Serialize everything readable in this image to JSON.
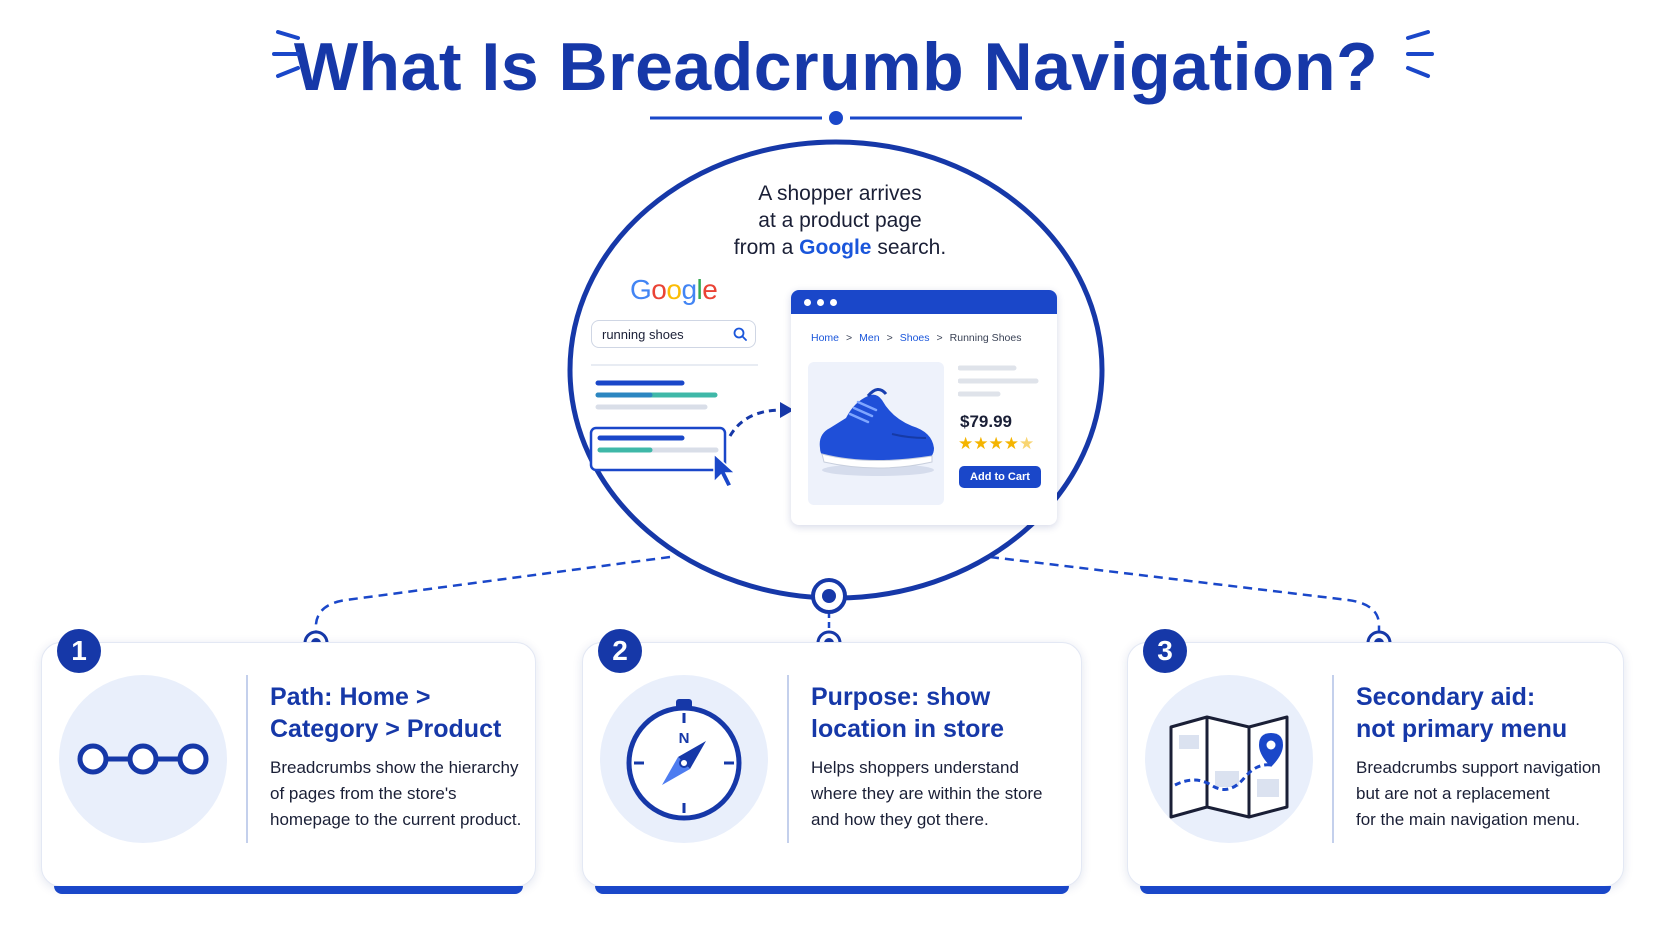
{
  "title": "What Is Breadcrumb Navigation?",
  "intro": {
    "line1": "A shopper arrives",
    "line2": "at a product page",
    "line3_before": "from a ",
    "line3_google": "Google",
    "line3_after": " search."
  },
  "google_logo": {
    "letters": [
      "G",
      "o",
      "o",
      "g",
      "l",
      "e"
    ],
    "colors": [
      "#4285F4",
      "#EA4335",
      "#FBBC05",
      "#4285F4",
      "#34A853",
      "#EA4335"
    ]
  },
  "search": {
    "query": "running shoes"
  },
  "product_page": {
    "breadcrumb": [
      "Home",
      "Men",
      "Shoes",
      "Running Shoes"
    ],
    "price": "$79.99",
    "rating_stars": 4.5,
    "cart_button": "Add to Cart"
  },
  "cards": [
    {
      "number": "1",
      "heading_line1": "Path: Home >",
      "heading_line2": "Category > Product",
      "body": [
        "Breadcrumbs show the hierarchy",
        "of pages from the store's",
        "homepage to the current product."
      ],
      "icon": "breadcrumb-path-icon"
    },
    {
      "number": "2",
      "heading_line1": "Purpose: show",
      "heading_line2": "location in store",
      "body": [
        "Helps shoppers understand",
        "where they are within the store",
        "and how they got there."
      ],
      "icon": "compass-icon",
      "compass_letter": "N"
    },
    {
      "number": "3",
      "heading_line1": "Secondary aid:",
      "heading_line2": "not primary menu",
      "body": [
        "Breadcrumbs support navigation",
        "but are not a replacement",
        "for the main navigation menu."
      ],
      "icon": "map-icon"
    }
  ],
  "colors": {
    "primary": "#1638a8",
    "accent": "#1a47c9",
    "link": "#1a56db",
    "teal": "#3fb8a8",
    "star": "#f4b400",
    "light_bg": "#e9effb"
  }
}
